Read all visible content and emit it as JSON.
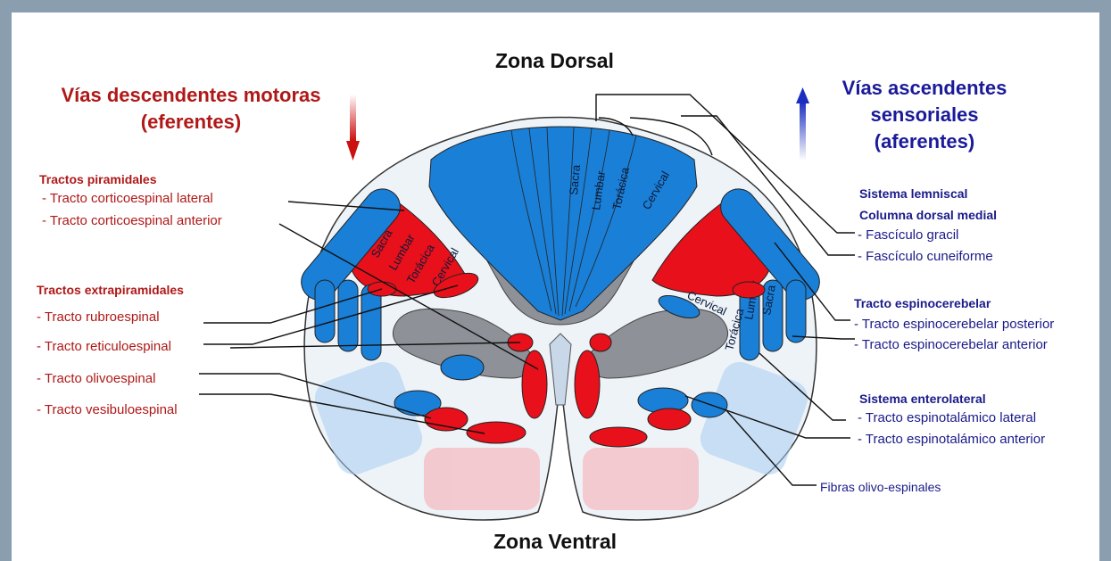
{
  "zones": {
    "dorsal": "Zona Dorsal",
    "ventral": "Zona Ventral"
  },
  "descending": {
    "line1": "Vías descendentes motoras",
    "line2": "(eferentes)"
  },
  "ascending": {
    "line1": "Vías ascendentes",
    "line2": "sensoriales",
    "line3": "(aferentes)"
  },
  "left_groups": {
    "piramidales": {
      "title": "Tractos piramidales",
      "items": [
        "- Tracto corticoespinal lateral",
        "- Tracto corticoespinal anterior"
      ]
    },
    "extrapiramidales": {
      "title": "Tractos extrapiramidales",
      "items": [
        "- Tracto rubroespinal",
        "- Tracto reticuloespinal",
        "- Tracto olivoespinal",
        "- Tracto vesibuloespinal"
      ]
    }
  },
  "right_groups": {
    "lemniscal": {
      "title1": "Sistema lemniscal",
      "title2": "Columna dorsal medial",
      "items": [
        "- Fascículo gracil",
        "- Fascículo cuneiforme"
      ]
    },
    "espinocerebelar": {
      "title": "Tracto espinocerebelar",
      "items": [
        "- Tracto espinocerebelar posterior",
        "- Tracto espinocerebelar anterior"
      ]
    },
    "enterolateral": {
      "title": "Sistema enterolateral",
      "items": [
        "- Tracto espinotalámico lateral",
        "- Tracto espinotalámico anterior"
      ]
    },
    "olivo": "Fibras olivo-espinales"
  },
  "segments": [
    "Sacra",
    "Lumbar",
    "Torácica",
    "Cervical"
  ],
  "colors": {
    "red": "#e8101a",
    "blue": "#1a7fd6",
    "gray": "#8e9298",
    "title_red": "#b01818",
    "title_blue": "#1a1a9a"
  }
}
